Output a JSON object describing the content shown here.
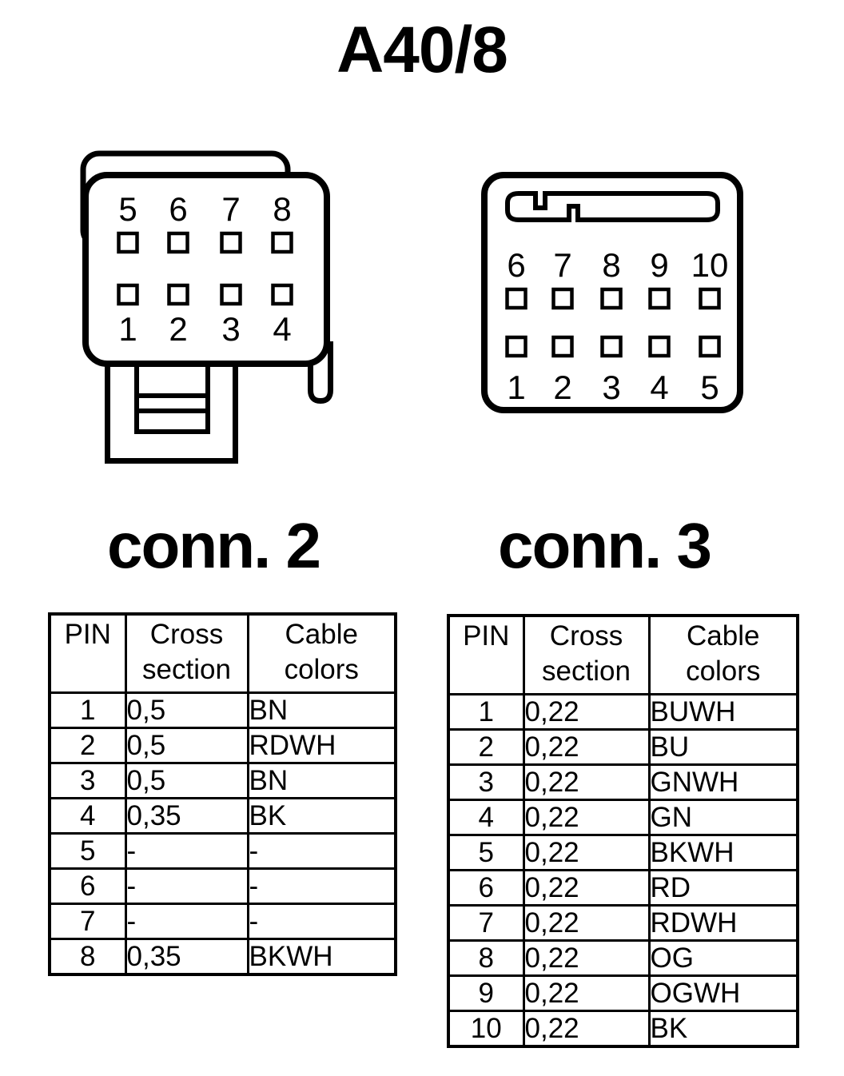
{
  "title": "A40/8",
  "colors": {
    "ink": "#000000",
    "paper": "#ffffff"
  },
  "connector_2": {
    "label": "conn. 2",
    "pins_top": [
      "5",
      "6",
      "7",
      "8"
    ],
    "pins_bottom": [
      "1",
      "2",
      "3",
      "4"
    ]
  },
  "connector_3": {
    "label": "conn. 3",
    "pins_top": [
      "6",
      "7",
      "8",
      "9",
      "10"
    ],
    "pins_bottom": [
      "1",
      "2",
      "3",
      "4",
      "5"
    ]
  },
  "table_2": {
    "headers": {
      "pin": "PIN",
      "cross": "Cross section",
      "cable": "Cable colors"
    },
    "rows": [
      [
        "1",
        "0,5",
        "BN"
      ],
      [
        "2",
        "0,5",
        "RDWH"
      ],
      [
        "3",
        "0,5",
        "BN"
      ],
      [
        "4",
        "0,35",
        "BK"
      ],
      [
        "5",
        "-",
        "-"
      ],
      [
        "6",
        "-",
        "-"
      ],
      [
        "7",
        "-",
        "-"
      ],
      [
        "8",
        "0,35",
        "BKWH"
      ]
    ]
  },
  "table_3": {
    "headers": {
      "pin": "PIN",
      "cross": "Cross section",
      "cable": "Cable colors"
    },
    "rows": [
      [
        "1",
        "0,22",
        "BUWH"
      ],
      [
        "2",
        "0,22",
        "BU"
      ],
      [
        "3",
        "0,22",
        "GNWH"
      ],
      [
        "4",
        "0,22",
        "GN"
      ],
      [
        "5",
        "0,22",
        "BKWH"
      ],
      [
        "6",
        "0,22",
        "RD"
      ],
      [
        "7",
        "0,22",
        "RDWH"
      ],
      [
        "8",
        "0,22",
        "OG"
      ],
      [
        "9",
        "0,22",
        "OGWH"
      ],
      [
        "10",
        "0,22",
        "BK"
      ]
    ]
  }
}
